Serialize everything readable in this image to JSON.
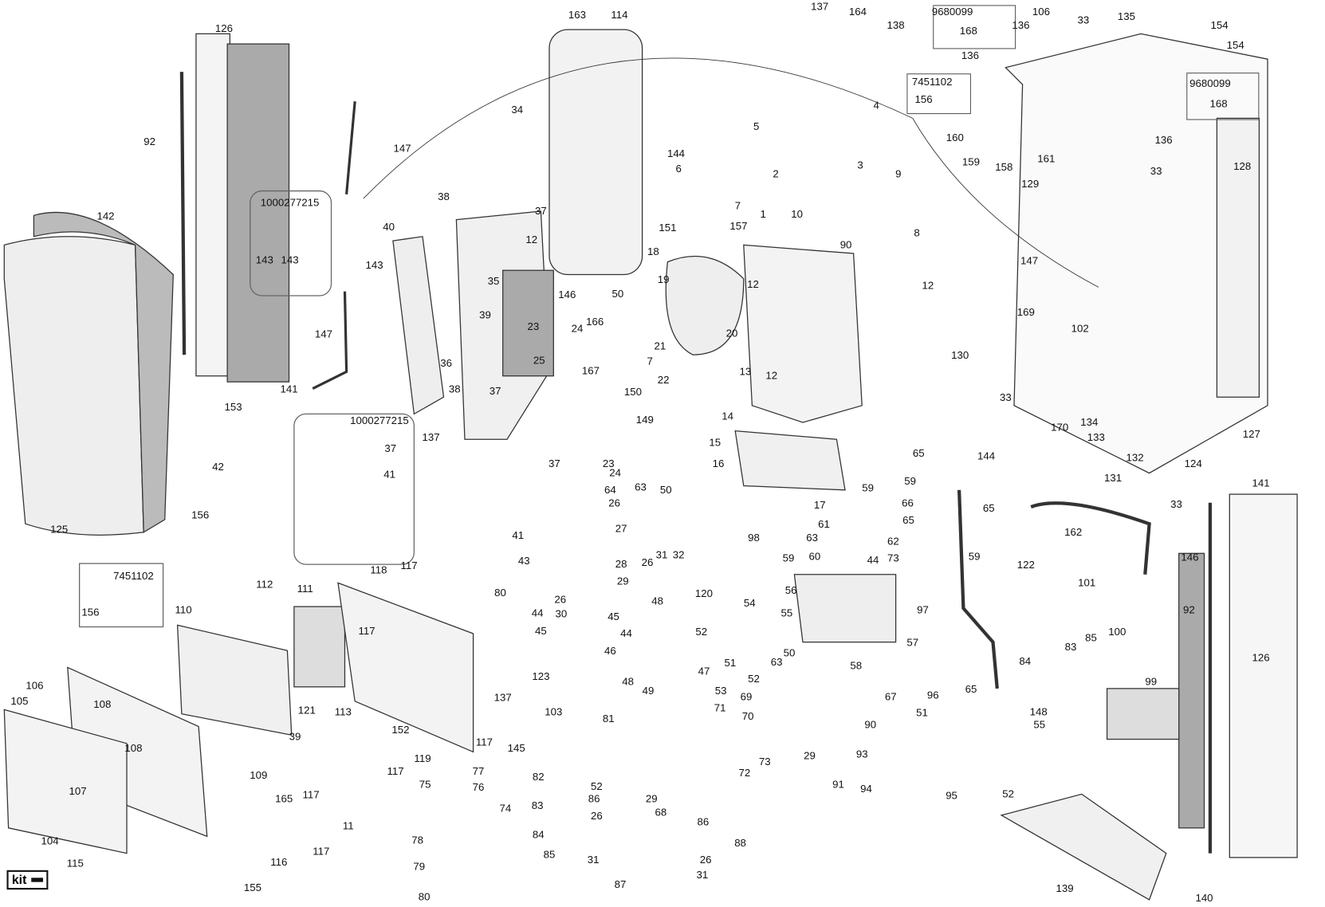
{
  "diagram_title": "",
  "kit_label": "kit",
  "kit_references": [
    "9680099",
    "7451102",
    "9680099",
    "7451102",
    "1000277215",
    "1000277215"
  ],
  "callouts": [
    "163",
    "114",
    "137",
    "164",
    "138",
    "106",
    "33",
    "135",
    "154",
    "154",
    "126",
    "92",
    "34",
    "144",
    "147",
    "142",
    "4",
    "5",
    "3",
    "6",
    "2",
    "9",
    "7",
    "38",
    "37",
    "40",
    "12",
    "151",
    "157",
    "10",
    "1",
    "8",
    "90",
    "18",
    "143",
    "143",
    "12",
    "19",
    "35",
    "146",
    "50",
    "12",
    "147",
    "169",
    "102",
    "130",
    "33",
    "39",
    "166",
    "21",
    "20",
    "23",
    "24",
    "7",
    "147",
    "36",
    "25",
    "167",
    "22",
    "13",
    "12",
    "141",
    "150",
    "149",
    "38",
    "37",
    "153",
    "14",
    "170",
    "134",
    "133",
    "127",
    "137",
    "37",
    "23",
    "24",
    "15",
    "65",
    "144",
    "132",
    "124",
    "37",
    "41",
    "42",
    "16",
    "63",
    "50",
    "64",
    "26",
    "59",
    "59",
    "131",
    "141",
    "17",
    "66",
    "65",
    "65",
    "33",
    "156",
    "125",
    "27",
    "98",
    "61",
    "63",
    "162",
    "146",
    "41",
    "43",
    "62",
    "44",
    "73",
    "59",
    "122",
    "28",
    "26",
    "31",
    "32",
    "59",
    "60",
    "117",
    "118",
    "112",
    "111",
    "29",
    "80",
    "120",
    "56",
    "101",
    "54",
    "110",
    "97",
    "92",
    "44",
    "26",
    "48",
    "45",
    "55",
    "100",
    "85",
    "30",
    "117",
    "44",
    "52",
    "46",
    "45",
    "47",
    "51",
    "63",
    "50",
    "57",
    "83",
    "84",
    "58",
    "126",
    "99",
    "52",
    "106",
    "105",
    "123",
    "137",
    "103",
    "108",
    "48",
    "49",
    "53",
    "69",
    "67",
    "65",
    "96",
    "148",
    "121",
    "113",
    "71",
    "51",
    "70",
    "90",
    "55",
    "152",
    "117",
    "145",
    "39",
    "108",
    "109",
    "119",
    "117",
    "81",
    "93",
    "77",
    "76",
    "75",
    "72",
    "73",
    "29",
    "91",
    "94",
    "95",
    "52",
    "107",
    "82",
    "52",
    "86",
    "29",
    "74",
    "117",
    "165",
    "11",
    "26",
    "68",
    "86",
    "83",
    "104",
    "78",
    "84",
    "88",
    "85",
    "117",
    "116",
    "139",
    "31",
    "26",
    "79",
    "115",
    "155",
    "87",
    "31",
    "140",
    "80",
    "168",
    "136",
    "136",
    "156",
    "168",
    "160",
    "159",
    "158",
    "161",
    "136",
    "33",
    "128",
    "129",
    "143",
    "156"
  ]
}
